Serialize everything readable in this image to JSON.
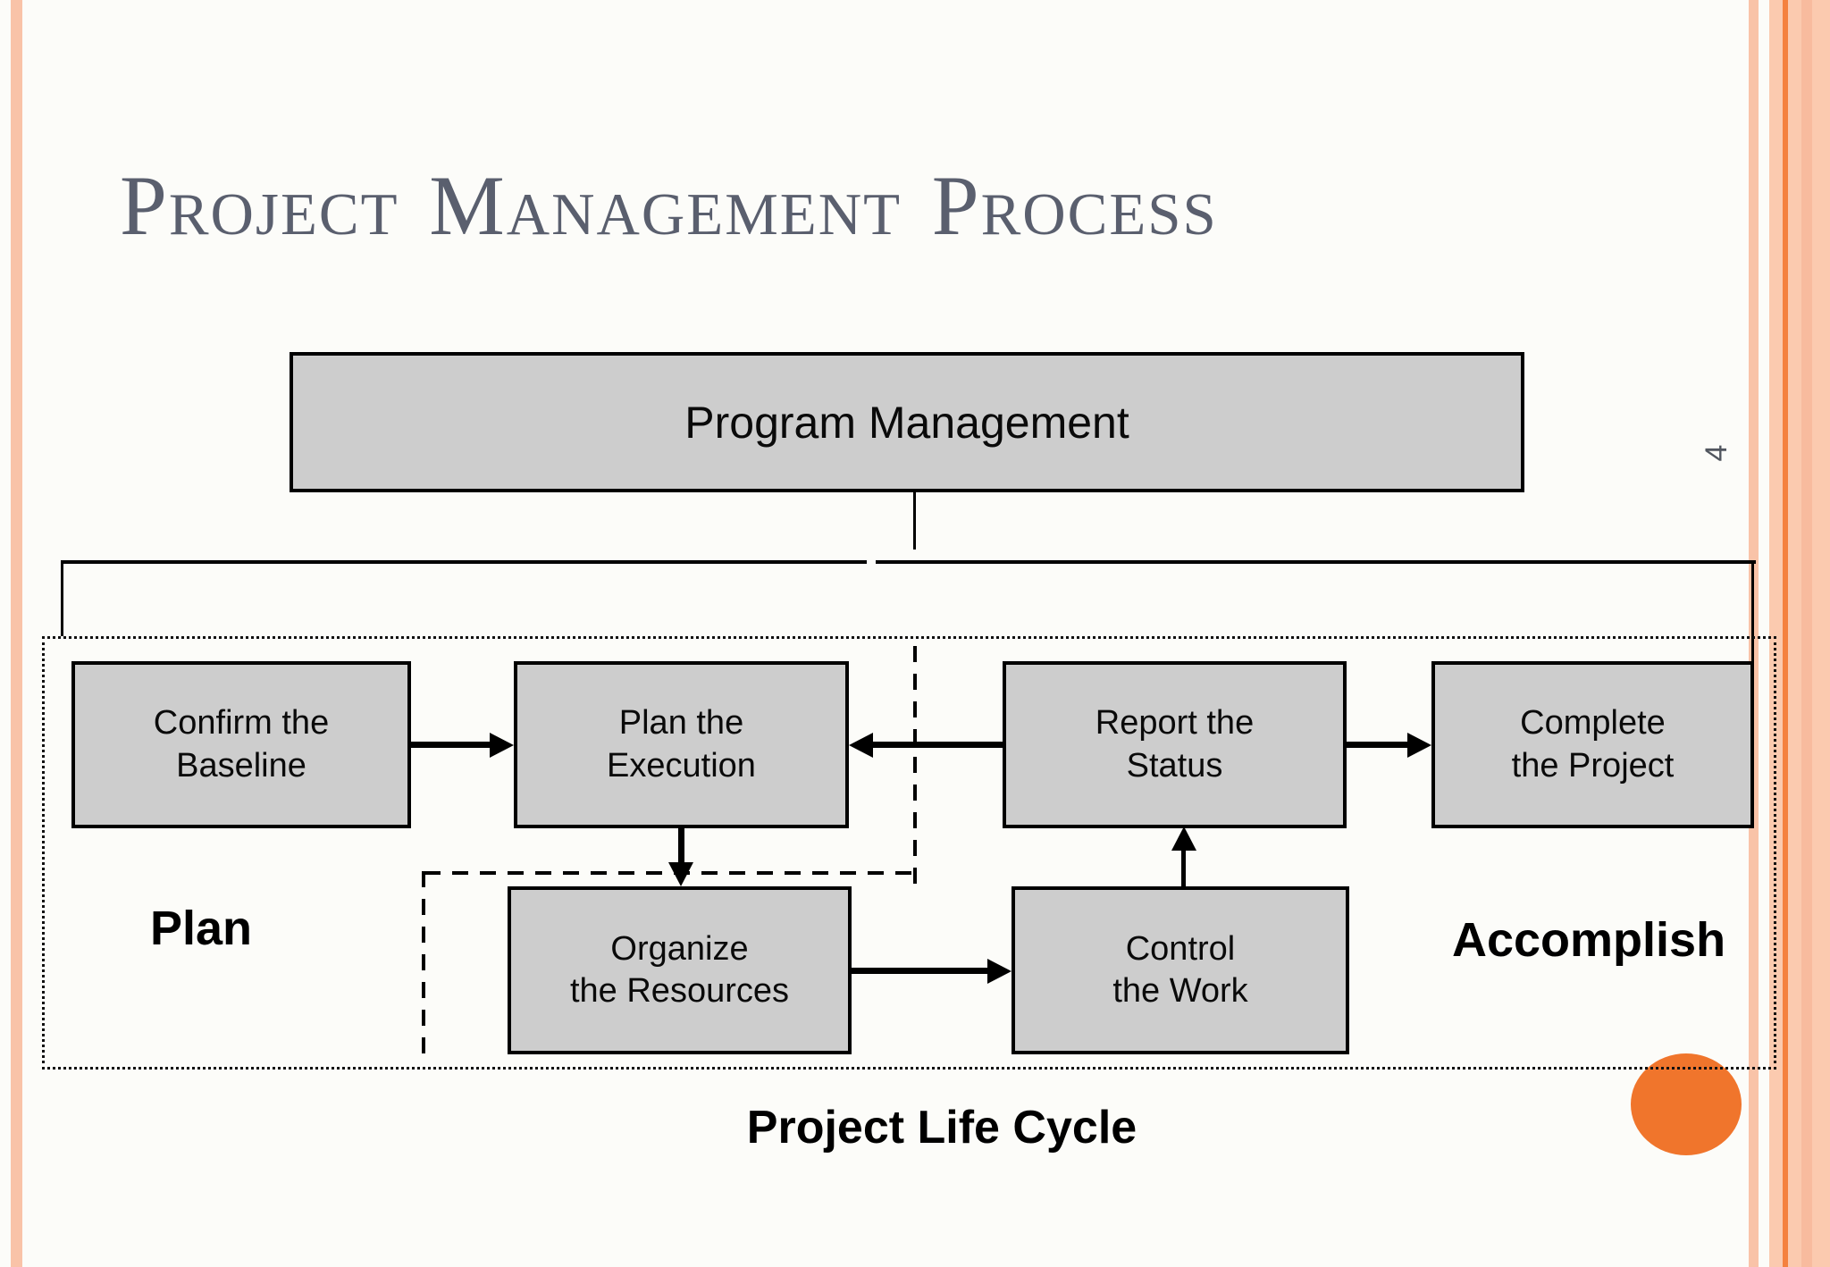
{
  "slide": {
    "title": "Project Management Process",
    "page_number": "4",
    "background": "#fcfcf9"
  },
  "colors": {
    "stripe_salmon": "#f9c3a8",
    "stripe_band": "#fbcaaf",
    "stripe_accent_line": "#f4813f",
    "stripe_band_dark": "#f8bb9e",
    "circle_orange": "#f0752c",
    "box_fill": "#cdcdcd",
    "box_border": "#000000",
    "title_color": "#5a5f6e",
    "page_number_color": "#51565f"
  },
  "diagram": {
    "program_box": {
      "label": "Program Management"
    },
    "process_boxes": [
      {
        "id": "confirm-the-baseline",
        "label": "Confirm the\nBaseline"
      },
      {
        "id": "plan-the-execution",
        "label": "Plan the\nExecution"
      },
      {
        "id": "report-the-status",
        "label": "Report the\nStatus"
      },
      {
        "id": "complete-the-project",
        "label": "Complete\nthe Project"
      },
      {
        "id": "organize-the-resources",
        "label": "Organize\nthe Resources"
      },
      {
        "id": "control-the-work",
        "label": "Control\nthe Work"
      }
    ],
    "phase_labels": {
      "plan": "Plan",
      "accomplish": "Accomplish"
    },
    "caption": "Project Life Cycle"
  }
}
